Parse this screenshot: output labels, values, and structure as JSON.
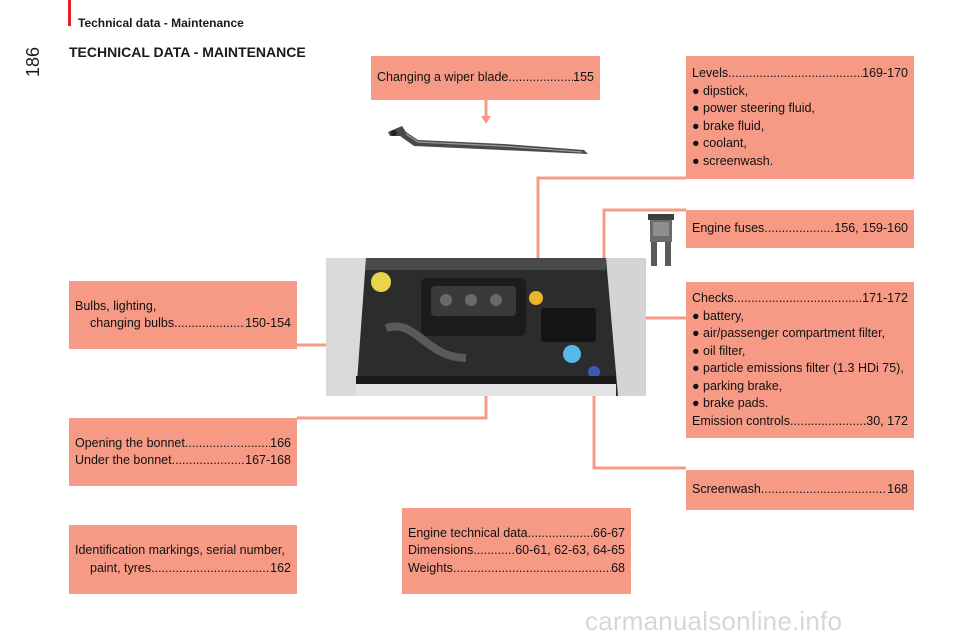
{
  "header": {
    "section": "Technical data - Maintenance",
    "page_number": "186",
    "title": "TECHNICAL DATA - MAINTENANCE"
  },
  "wiper": {
    "text": "Changing a wiper blade",
    "page": "155"
  },
  "levels": {
    "text": "Levels",
    "page": "169-170",
    "items": [
      "dipstick,",
      "power steering fluid,",
      "brake fluid,",
      "coolant,",
      "screenwash."
    ]
  },
  "fuses": {
    "text": "Engine fuses",
    "page": "156, 159-160"
  },
  "checks": {
    "text": "Checks",
    "page": "171-172",
    "items": [
      "battery,",
      "air/passenger compartment filter,",
      "oil filter,",
      "particle emissions filter (1.3 HDi 75),",
      "parking brake,",
      "brake pads."
    ],
    "emission_text": "Emission controls",
    "emission_page": "30, 172"
  },
  "screenwash": {
    "text": "Screenwash",
    "page": "168"
  },
  "bulbs": {
    "line1": "Bulbs, lighting,",
    "line2": "changing bulbs",
    "page": "150-154"
  },
  "bonnet": {
    "open_text": "Opening the bonnet",
    "open_page": "166",
    "under_text": "Under the bonnet",
    "under_page": "167-168"
  },
  "ident": {
    "line1": "Identification markings, serial number,",
    "line2": "paint, tyres",
    "page": "162"
  },
  "engine": {
    "tech_text": "Engine technical data",
    "tech_page": "66-67",
    "dim_text": "Dimensions",
    "dim_page": "60-61, 62-63, 64-65",
    "weights_text": "Weights",
    "weights_page": "68"
  },
  "footer": {
    "watermark": "carmanualsonline.info"
  },
  "colors": {
    "box": "#f69a86",
    "accent": "#e0202a",
    "connector": "#f69a86"
  },
  "icons": {
    "wiper": "wiper-blade-icon",
    "fuse": "fuse-icon",
    "engine": "engine-bay-photo"
  }
}
